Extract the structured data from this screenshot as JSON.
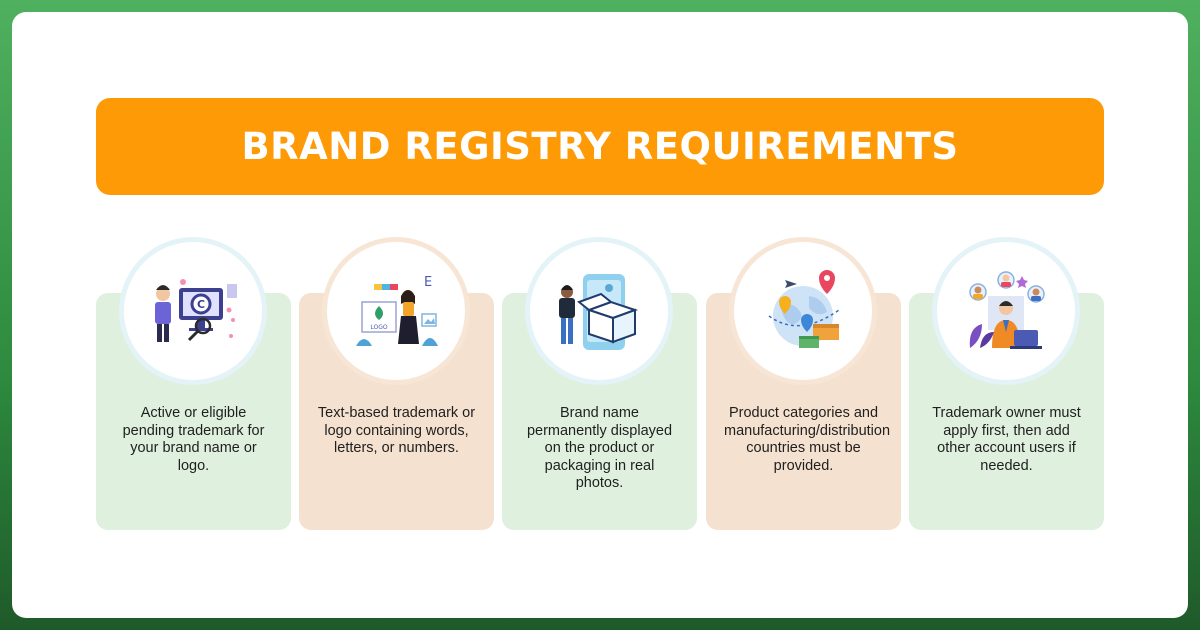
{
  "title": "BRAND REGISTRY REQUIREMENTS",
  "cards": [
    {
      "text": "Active or eligible pending trademark for your brand name or logo.",
      "icon": "trademark-monitor-icon",
      "color": "#dff0df"
    },
    {
      "text": "Text-based trademark or logo containing words, letters, or numbers.",
      "icon": "logo-design-icon",
      "color": "#f5e1cf"
    },
    {
      "text": "Brand name permanently displayed on the product or packaging in real photos.",
      "icon": "product-packaging-icon",
      "color": "#dff0df"
    },
    {
      "text": "Product categories and manufacturing/distribution countries must be provided.",
      "icon": "global-distribution-icon",
      "color": "#f5e1cf"
    },
    {
      "text": "Trademark owner must apply first, then add other account users if needed.",
      "icon": "account-users-icon",
      "color": "#dff0df"
    }
  ],
  "icon_labels": {
    "logo_text": "LOGO",
    "letter_e": "E"
  },
  "colors": {
    "accent": "#fd9a06",
    "background_green": "#3f9f50",
    "card_green": "#dff0df",
    "card_peach": "#f5e1cf"
  }
}
